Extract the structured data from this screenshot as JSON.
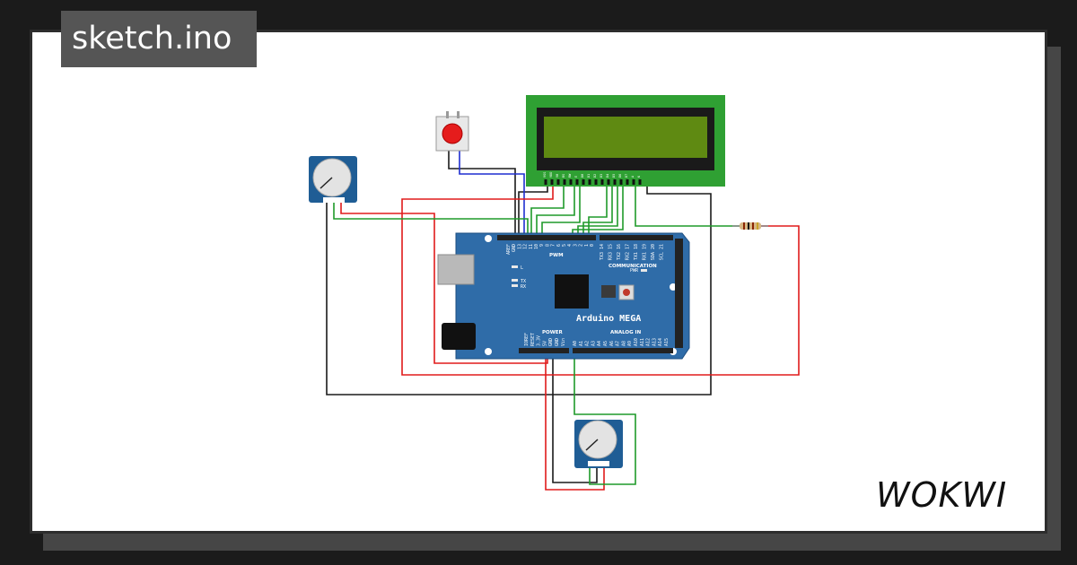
{
  "title": "sketch.ino",
  "brand": "WOKWI",
  "board": {
    "name": "Arduino MEGA",
    "pwm_label": "PWM",
    "communication_label": "COMMUNICATION",
    "power_label": "POWER",
    "analog_label": "ANALOG IN",
    "led_l": "L",
    "led_tx": "TX",
    "led_rx": "RX",
    "pwr_led": "PWR",
    "top_pins": [
      "AREF",
      "GND",
      "13",
      "12",
      "11",
      "10",
      "9",
      "8",
      "7",
      "6",
      "5",
      "4",
      "3",
      "2",
      "1",
      "0"
    ],
    "comm_pins": [
      "TX3 14",
      "RX3 15",
      "TX2 16",
      "RX2 17",
      "TX1 18",
      "RX1 19",
      "SDA 20",
      "SCL 21"
    ],
    "power_pins": [
      "IOREF",
      "RESET",
      "3.3V",
      "5V",
      "GND",
      "GND",
      "Vin"
    ],
    "analog_pins": [
      "A0",
      "A1",
      "A2",
      "A3",
      "A4",
      "A5",
      "A6",
      "A7",
      "A8",
      "A9",
      "A10",
      "A11",
      "A12",
      "A13",
      "A14",
      "A15"
    ]
  },
  "lcd": {
    "pins": [
      "VSS",
      "VDD",
      "V0",
      "RS",
      "RW",
      "E",
      "D0",
      "D1",
      "D2",
      "D3",
      "D4",
      "D5",
      "D6",
      "D7",
      "A",
      "K"
    ]
  },
  "colors": {
    "board": "#2f6ca8",
    "wire_red": "#e01b1b",
    "wire_green": "#1f9a2a",
    "wire_black": "#1a1a1a",
    "wire_blue": "#1f2fd0",
    "lcd_pcb": "#2fa033",
    "lcd_screen": "#5f8a12",
    "button": "#e51c1c"
  }
}
